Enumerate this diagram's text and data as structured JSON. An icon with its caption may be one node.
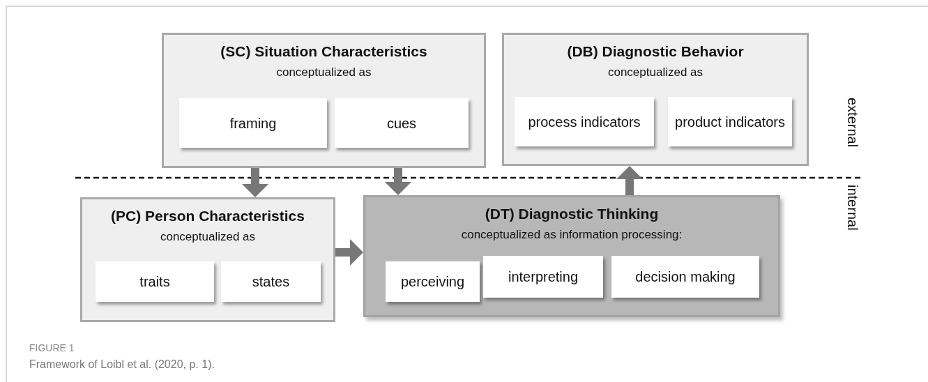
{
  "diagram": {
    "caption": "Framework of Loibl et al. (2020, p. 1).",
    "nodes": [
      {
        "text": [
          "(SC) Situation Characteristics",
          "conceptualized as"
        ]
      },
      {
        "text": [
          "framing"
        ],
        "in": 0
      },
      {
        "text": [
          "cues"
        ],
        "in": 0
      },
      {
        "text": [
          "(DB) Diagnostic Behavior",
          "conceptualized as"
        ]
      },
      {
        "text": [
          "process indicators"
        ],
        "in": 3
      },
      {
        "text": [
          "product indicators"
        ],
        "in": 3
      },
      {
        "text": [
          "(PC) Person Characteristics",
          "conceptualized as"
        ]
      },
      {
        "text": [
          "traits"
        ],
        "in": 6
      },
      {
        "text": [
          "states"
        ],
        "in": 6
      },
      {
        "text": [
          "(DT) Diagnostic Thinking",
          "conceptualized as information processing:"
        ]
      },
      {
        "text": [
          "perceiving"
        ],
        "in": 9
      },
      {
        "text": [
          "interpreting"
        ],
        "in": 9
      },
      {
        "text": [
          "decision making"
        ],
        "in": 9
      }
    ],
    "edges": [
      {
        "from": 0,
        "to": 6,
        "arrow": "to"
      },
      {
        "from": 0,
        "to": 9,
        "arrow": "to"
      },
      {
        "from": 6,
        "to": 9,
        "arrow": "to"
      },
      {
        "from": 9,
        "to": 3,
        "arrow": "to"
      }
    ],
    "labels": [
      "external",
      "internal",
      "FIGURE 1"
    ]
  }
}
